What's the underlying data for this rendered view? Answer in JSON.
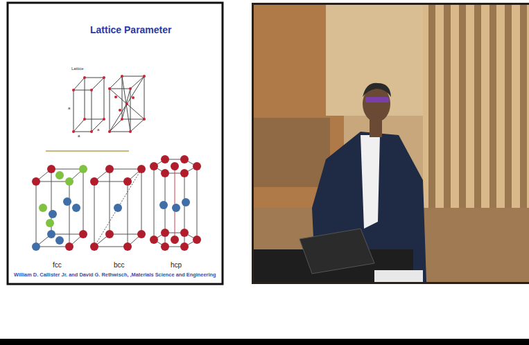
{
  "diagram": {
    "title": "Lattice Parameter",
    "labels": [
      "Lattice",
      "a",
      "a",
      "a",
      "fcc",
      "bcc",
      "hcp",
      "William D. Callister Jr. and David G. Rethwisch, ,Materials Science and Engineering"
    ]
  }
}
